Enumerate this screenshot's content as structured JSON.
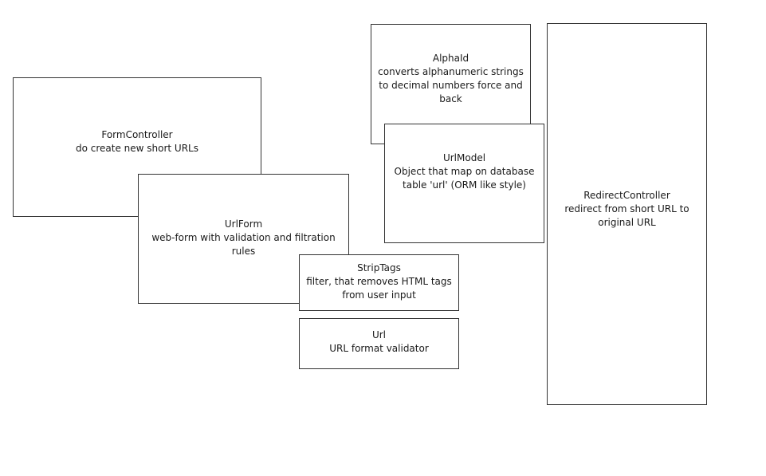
{
  "diagram": {
    "boxes": [
      {
        "id": "form-controller",
        "title": "FormController",
        "description": "do create new short URLs"
      },
      {
        "id": "url-form",
        "title": "UrlForm",
        "description": "web-form with validation and filtration rules"
      },
      {
        "id": "alpha-id",
        "title": "AlphaId",
        "description": "converts alphanumeric strings to decimal numbers force and back"
      },
      {
        "id": "url-model",
        "title": "UrlModel",
        "description": "Object that map on database table 'url' (ORM like style)"
      },
      {
        "id": "redirect-controller",
        "title": "RedirectController",
        "description": "redirect from short URL to original URL"
      },
      {
        "id": "strip-tags",
        "title": "StripTags",
        "description": "filter, that removes HTML tags from user input"
      },
      {
        "id": "url-validator",
        "title": "Url",
        "description": "URL format validator"
      }
    ],
    "colors": {
      "border": "#333333",
      "background": "#ffffff",
      "text": "#1a1a1a"
    }
  }
}
